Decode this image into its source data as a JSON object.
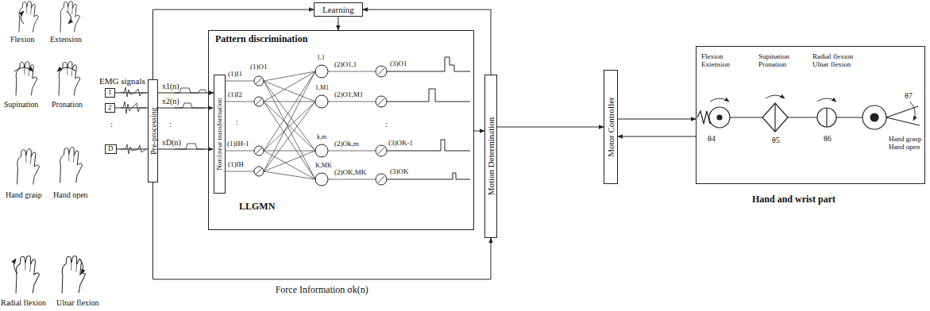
{
  "diagram": {
    "nodes": [
      {
        "text": [
          "Learning"
        ]
      },
      {
        "text": [
          "1"
        ]
      },
      {
        "text": [
          "2"
        ]
      },
      {
        "text": [
          "D"
        ]
      },
      {
        "text": [
          "Pre-processing"
        ]
      },
      {
        "text": [
          "Pattern discrimination",
          "LLGMN"
        ]
      },
      {
        "text": [
          "Nonlinear transformation"
        ],
        "in": 5
      },
      {
        "text": [
          "Motion Determination"
        ]
      },
      {
        "text": [
          "Motor Controller"
        ]
      },
      {
        "text": [
          "Flexion Extension",
          "Supination Pronation",
          "Radial flexion Ulnar flexion",
          "Hand grasp Hand open",
          "θ4",
          "θ5",
          "θ6",
          "θ7",
          "Hand and wrist part"
        ]
      }
    ],
    "edges": [
      {
        "from": 1,
        "to": 4,
        "arrow": "none"
      },
      {
        "from": 2,
        "to": 4,
        "arrow": "none"
      },
      {
        "from": 3,
        "to": 4,
        "arrow": "none"
      },
      {
        "from": 4,
        "to": 6,
        "arrow": "to"
      },
      {
        "from": 4,
        "to": 0,
        "arrow": "to"
      },
      {
        "from": 0,
        "to": 5,
        "arrow": "to"
      },
      {
        "from": 7,
        "to": 0,
        "arrow": "to"
      },
      {
        "from": 5,
        "to": 7,
        "arrow": "to"
      },
      {
        "from": 7,
        "to": 8,
        "arrow": "to"
      },
      {
        "from": 8,
        "to": 9,
        "arrow": "to"
      },
      {
        "from": 9,
        "to": 8,
        "arrow": "to"
      },
      {
        "from": 4,
        "to": 7,
        "arrow": "to",
        "label": "Force Information σk(n)"
      }
    ],
    "labels": [
      "Flexion",
      "Extension",
      "Supination",
      "Pronation",
      "Hand grasp",
      "Hand open",
      "Radial flexion",
      "Ulnar flexion",
      "EMG signals",
      ":",
      "x1(n)",
      "x2(n)",
      ":",
      "xD(n)",
      "(1)I1",
      "(1)I2",
      ":",
      "(1)IH-1",
      "(1)IH",
      "(1)O1",
      "1,1",
      "1,M1",
      "k,m",
      "K,MK",
      "(2)O1,1",
      "(2)O1,M1",
      "(2)Ok,m",
      "(2)OK,MK",
      "(3)O1",
      ":",
      "(3)OK-1",
      "(3)OK"
    ]
  }
}
